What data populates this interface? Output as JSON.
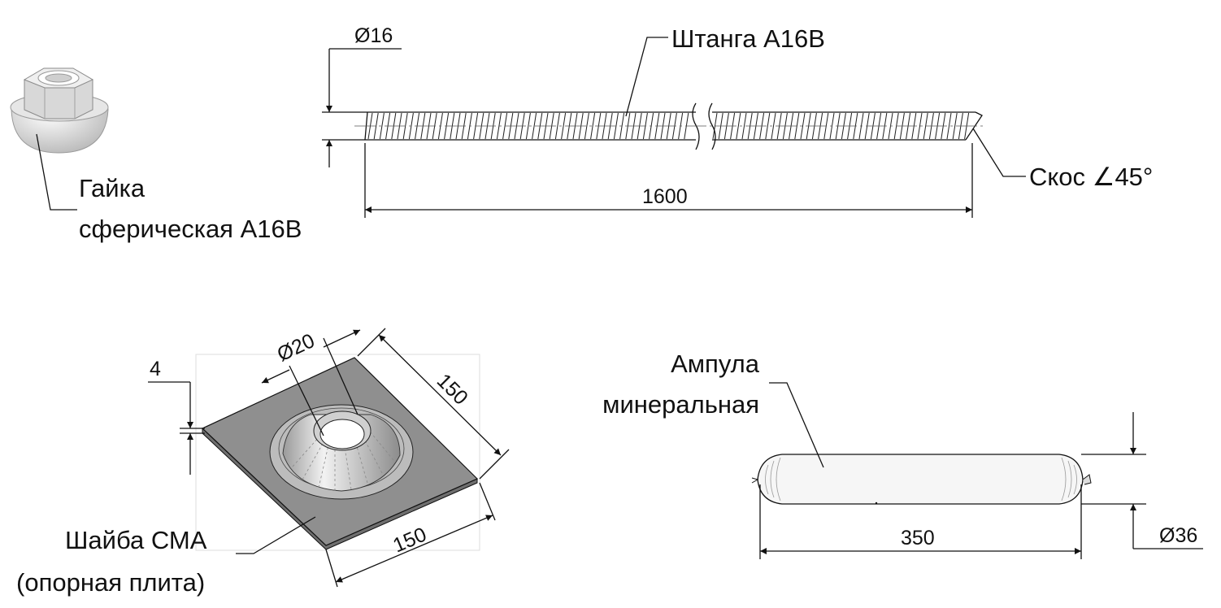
{
  "labels": {
    "nut_line1": "Гайка",
    "nut_line2": "сферическая A16B",
    "rod": "Штанга A16B",
    "bevel": "Скос ∠45°",
    "washer_line1": "Шайба СМА",
    "washer_line2": "(опорная плита)",
    "ampoule_line1": "Ампула",
    "ampoule_line2": "минеральная"
  },
  "dimensions": {
    "rod_diameter": "Ø16",
    "rod_length": "1600",
    "washer_thickness": "4",
    "washer_hole": "Ø20",
    "washer_side_a": "150",
    "washer_side_b": "150",
    "ampoule_length": "350",
    "ampoule_diameter": "Ø36"
  },
  "colors": {
    "line": "#111111",
    "plate": "#8f8f8f",
    "nut": "#dcdcdc",
    "ampoule": "#f4f4f4"
  }
}
